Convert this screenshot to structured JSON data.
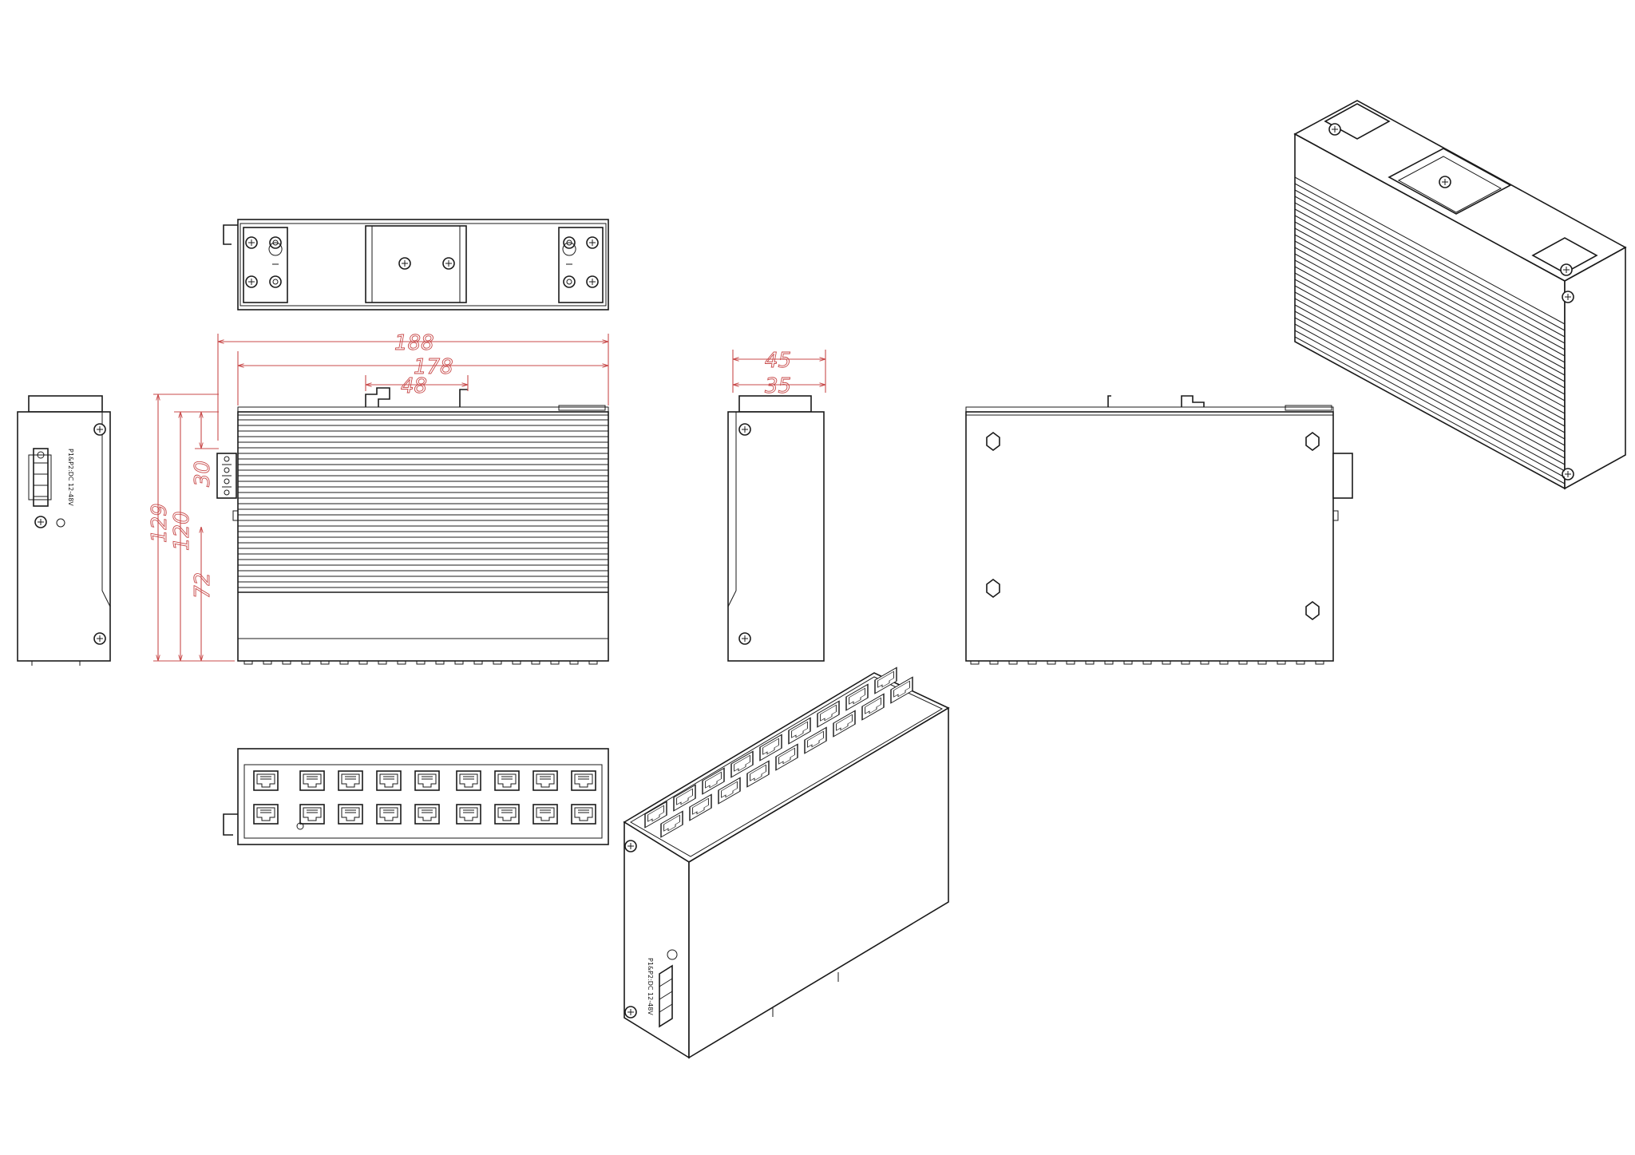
{
  "dimensions": {
    "width_total": "188",
    "width_body": "178",
    "width_rail": "48",
    "height_total": "129",
    "height_body": "120",
    "height_terminal": "30",
    "height_mount": "72",
    "depth_total": "45",
    "depth_body": "35"
  },
  "power_label": "P1&P2:DC 12-48V",
  "colors": {
    "outline": "#1a1a1a",
    "dimension": "#c84b4b",
    "background": "#ffffff"
  },
  "ports": {
    "count": 18,
    "layout": "2 rows x 9 columns RJ45"
  }
}
